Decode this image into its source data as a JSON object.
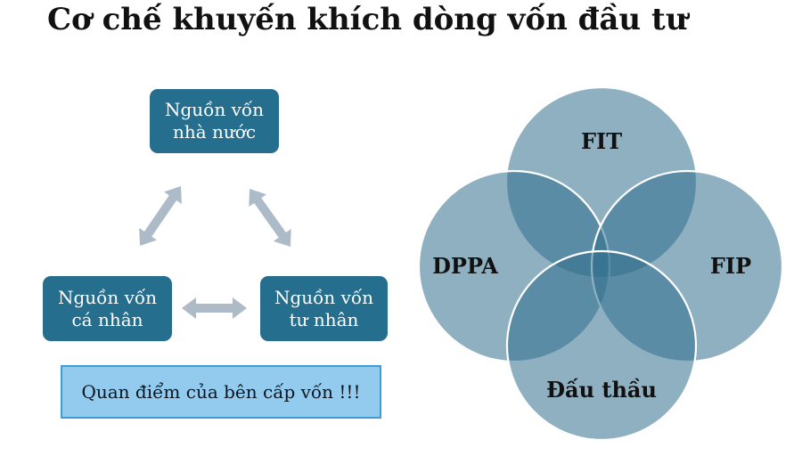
{
  "title": "Cơ chế khuyến khích dòng vốn đầu tư",
  "triangle": {
    "box_color": "#266E8E",
    "arrow_color": "#ADBAC7",
    "boxes": [
      {
        "id": "state",
        "line1": "Nguồn vốn",
        "line2": "nhà nước"
      },
      {
        "id": "personal",
        "line1": "Nguồn vốn",
        "line2": "cá nhân"
      },
      {
        "id": "private",
        "line1": "Nguồn vốn",
        "line2": "tư nhân"
      }
    ]
  },
  "callout": {
    "text": "Quan điểm của bên cấp vốn !!!",
    "fill": "#92CBEE",
    "border": "#3E9BD6"
  },
  "venn": {
    "circle_fill": "#31708E",
    "labels": [
      {
        "id": "fit",
        "text": "FIT"
      },
      {
        "id": "dppa",
        "text": "DPPA"
      },
      {
        "id": "fip",
        "text": "FIP"
      },
      {
        "id": "dau-thau",
        "text": "Đấu thầu"
      }
    ]
  }
}
